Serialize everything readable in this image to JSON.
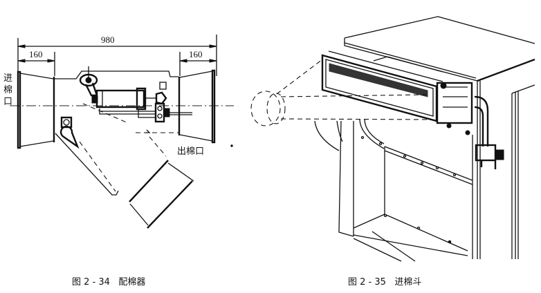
{
  "figures": [
    {
      "id": "fig-2-34",
      "caption_number": "图 2 - 34",
      "caption_title": "配棉器",
      "dimensions": {
        "overall_length": "980",
        "inlet_length": "160",
        "outlet_length": "160"
      },
      "labels": {
        "inlet": [
          "进",
          "棉",
          "口"
        ],
        "outlet": "出棉口"
      }
    },
    {
      "id": "fig-2-35",
      "caption_number": "图 2 - 35",
      "caption_title": "进棉斗"
    }
  ]
}
